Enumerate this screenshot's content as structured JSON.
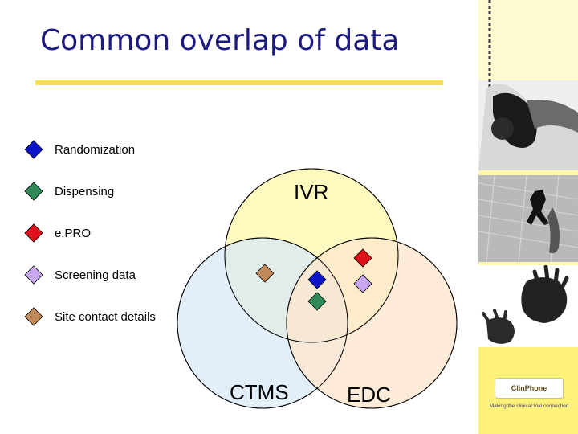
{
  "slide": {
    "title": "Common overlap of data"
  },
  "legend": [
    {
      "label": "Randomization",
      "color": "#0a14c8"
    },
    {
      "label": "Dispensing",
      "color": "#2e8b57"
    },
    {
      "label": "e.PRO",
      "color": "#e0101a"
    },
    {
      "label": "Screening data",
      "color": "#c8a6f0"
    },
    {
      "label": "Site contact details",
      "color": "#c08a5a"
    }
  ],
  "venn": {
    "sets": [
      {
        "label": "IVR",
        "fill": "#fdf7a8"
      },
      {
        "label": "CTMS",
        "fill": "#d8e8f8"
      },
      {
        "label": "EDC",
        "fill": "#fde6cc"
      }
    ]
  },
  "brand": {
    "logo_text": "ClinPhone",
    "tagline": "Making the clinical trial connection"
  }
}
